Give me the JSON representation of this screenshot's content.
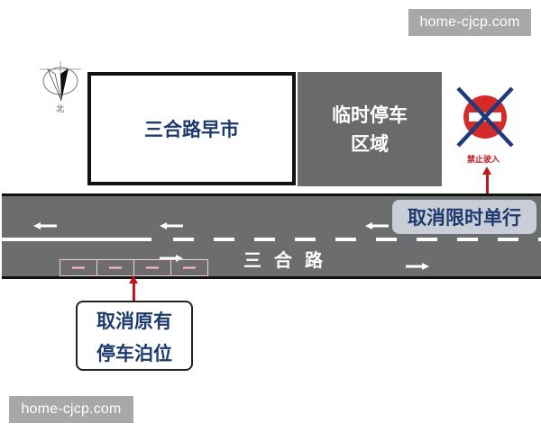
{
  "watermarks": {
    "top_right": "home-cjcp.com",
    "bottom_left": "home-cjcp.com"
  },
  "compass": {
    "icon": "north-arrow-compass",
    "label": "北"
  },
  "buildings": {
    "market": "三合路早市",
    "temp_parking_line1": "临时停车",
    "temp_parking_line2": "区域"
  },
  "no_entry_sign": {
    "icon": "no-entry-sign-crossed-out",
    "label": "禁止驶入"
  },
  "road": {
    "name": "三合路",
    "upper_lane_direction": "left",
    "lower_lane_direction": "right",
    "parking_slots_count": 4
  },
  "callouts": {
    "cancel_one_way": "取消限时单行",
    "cancel_parking_line1": "取消原有",
    "cancel_parking_line2": "停车泊位"
  },
  "colors": {
    "road": "#6b6d6f",
    "temp_parking": "#686a6c",
    "text_blue": "#1c3a6e",
    "accent_red": "#c2161d",
    "watermark_bg": "#a8a8a8"
  }
}
